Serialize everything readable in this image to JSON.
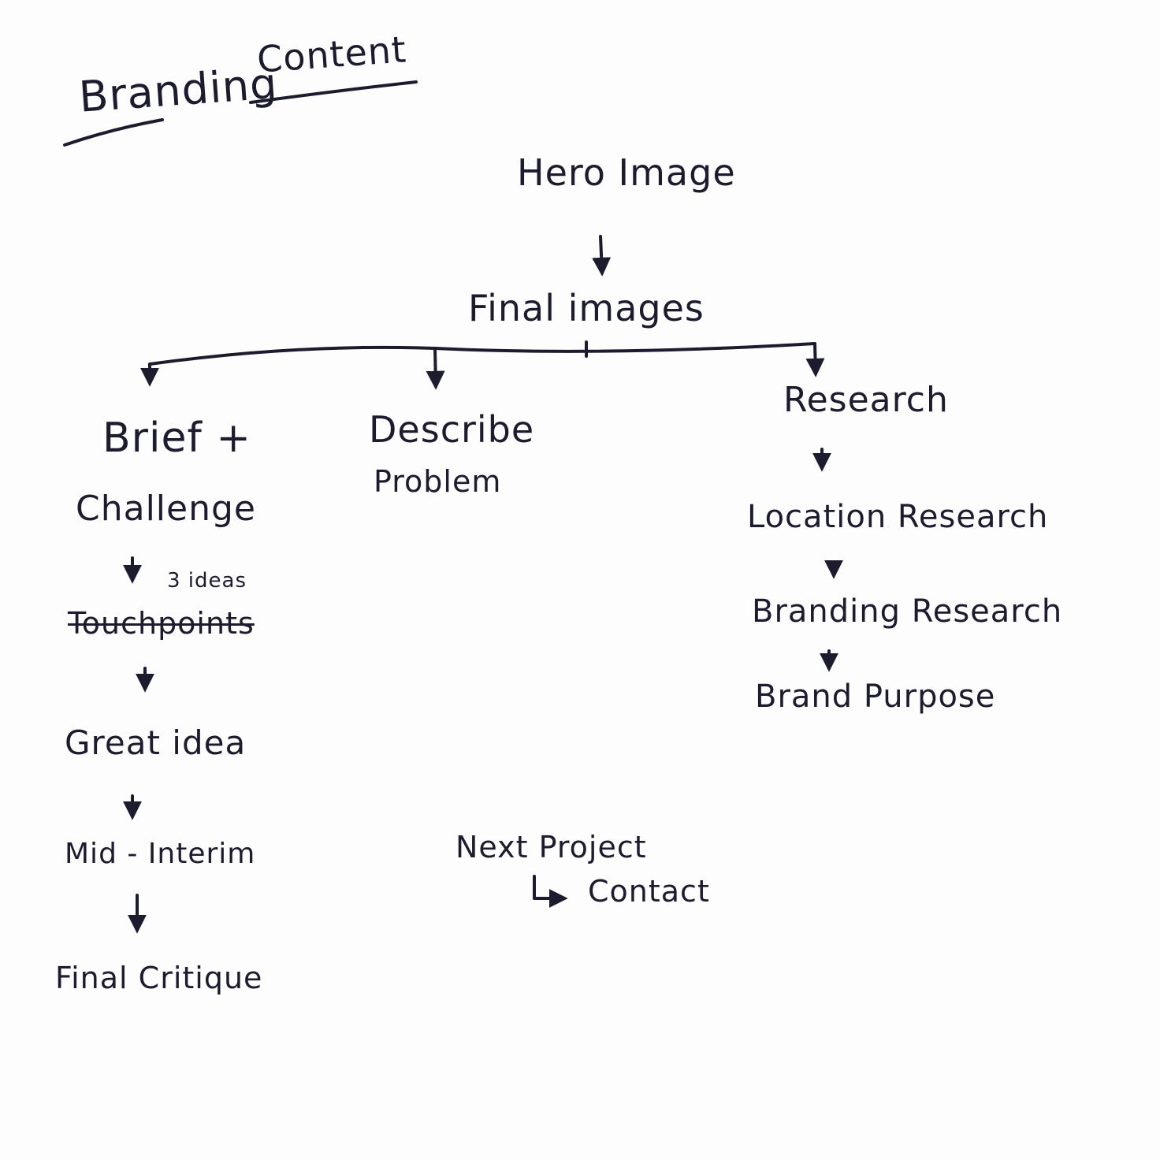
{
  "title": {
    "word1": "Branding",
    "word2": "Content"
  },
  "nodes": {
    "hero_image": "Hero Image",
    "final_images": "Final images",
    "brief": "Brief +",
    "challenge": "Challenge",
    "three_ideas": "3 ideas",
    "touchpoints": "Touchpoints",
    "great_idea": "Great idea",
    "mid_interim": "Mid - Interim",
    "final_critique": "Final Critique",
    "describe": "Describe",
    "problem": "Problem",
    "research": "Research",
    "location_research": "Location Research",
    "branding_research": "Branding Research",
    "brand_purpose": "Brand Purpose",
    "next_project": "Next Project",
    "contact": "Contact"
  },
  "colors": {
    "ink": "#1c1c2e",
    "paper": "#fdfdfd"
  }
}
